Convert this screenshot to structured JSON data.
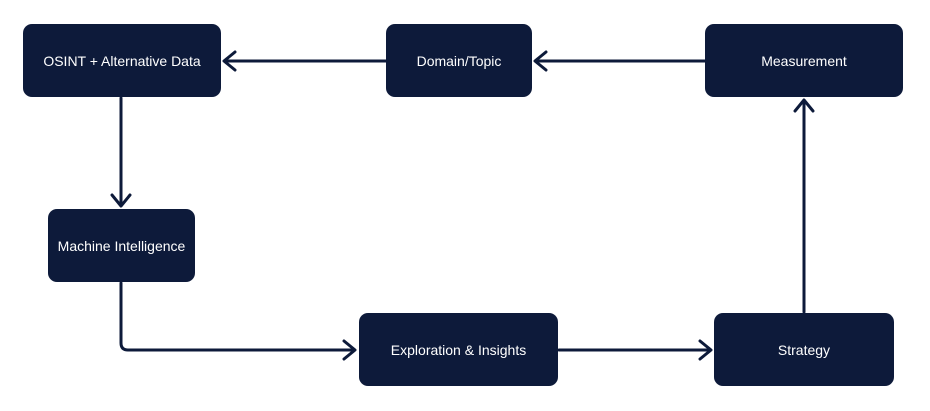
{
  "colors": {
    "node_fill": "#0d1a3a",
    "edge": "#0d1a3a",
    "node_text": "#ffffff",
    "background": "#ffffff"
  },
  "nodes": {
    "osint": {
      "label": "OSINT + Alternative Data"
    },
    "domain": {
      "label": "Domain/Topic"
    },
    "measurement": {
      "label": "Measurement"
    },
    "machine": {
      "label": "Machine Intelligence"
    },
    "exploration": {
      "label": "Exploration & Insights"
    },
    "strategy": {
      "label": "Strategy"
    }
  },
  "edges": [
    {
      "from": "measurement",
      "to": "domain"
    },
    {
      "from": "domain",
      "to": "osint"
    },
    {
      "from": "osint",
      "to": "machine"
    },
    {
      "from": "machine",
      "to": "exploration"
    },
    {
      "from": "exploration",
      "to": "strategy"
    },
    {
      "from": "strategy",
      "to": "measurement"
    }
  ]
}
